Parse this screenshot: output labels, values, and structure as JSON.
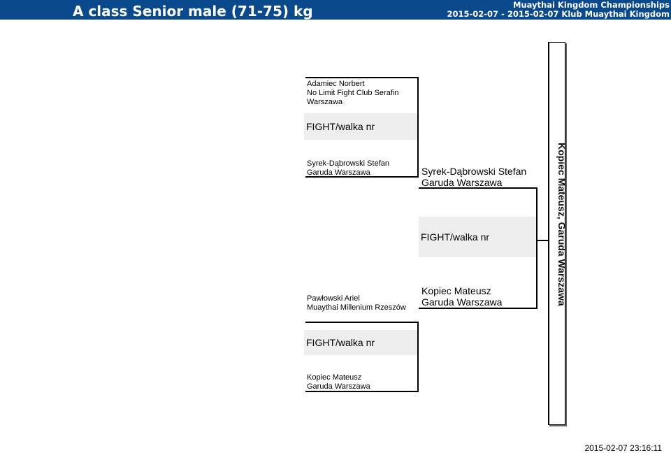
{
  "header": {
    "title": "A class Senior male (71-75) kg",
    "championship": "Muaythai Kingdom Championships",
    "dates_club": "2015-02-07 - 2015-02-07 Klub Muaythai Kingdom"
  },
  "round1": {
    "top_fighter": {
      "name": "Adamiec Norbert",
      "club": "No Limit Fight Club Serafin",
      "city": "Warszawa"
    },
    "fight_top_label": "FIGHT/walka nr",
    "second_fighter": {
      "name": "Syrek-Dąbrowski Stefan",
      "club": "Garuda Warszawa"
    },
    "third_fighter": {
      "name": "Pawłowski Ariel",
      "club": "Muaythai Millenium Rzeszów"
    },
    "fight_bottom_label": "FIGHT/walka nr",
    "bottom_fighter": {
      "name": "Kopiec Mateusz",
      "club": "Garuda Warszawa"
    }
  },
  "round2": {
    "top_fighter": {
      "name": "Syrek-Dąbrowski Stefan",
      "club": "Garuda Warszawa"
    },
    "fight_label": "FIGHT/walka nr",
    "bottom_fighter": {
      "name": "Kopiec Mateusz",
      "club": "Garuda Warszawa"
    }
  },
  "winner": "Kopiec Mateusz, Garuda Warszawa",
  "footer": {
    "timestamp": "2015-02-07 23:16:11"
  }
}
